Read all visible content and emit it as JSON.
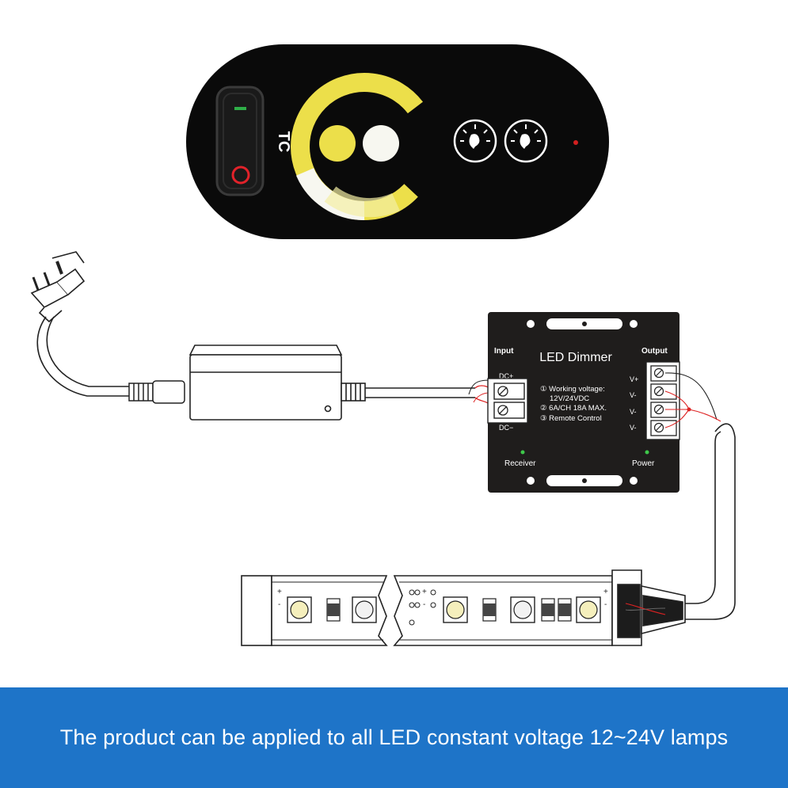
{
  "remote": {
    "brand_label": "TC",
    "colors": {
      "body": "#0a0a0a",
      "warm": "#ecdf4a",
      "cool": "#f7f7f0",
      "power_green": "#2fae48",
      "power_red": "#e2222a",
      "indicator": "#d21f1f"
    },
    "icons": [
      "power-switch-icon",
      "warm-white-dot-icon",
      "cool-white-dot-icon",
      "brightness-down-icon",
      "brightness-up-icon"
    ]
  },
  "dimmer": {
    "title": "LED Dimmer",
    "input_label": "Input",
    "output_label": "Output",
    "dc_plus": "DC+",
    "dc_minus": "DC−",
    "spec_1": "① Working voltage:",
    "spec_1b": "12V/24VDC",
    "spec_2": "② 6A/CH 18A MAX.",
    "spec_3": "③ Remote Control",
    "v_plus": "V+",
    "v_minus_1": "V-",
    "v_minus_2": "V-",
    "v_minus_3": "V-",
    "receiver": "Receiver",
    "power": "Power",
    "colors": {
      "body": "#1f1d1c",
      "led": "#3ec84a"
    }
  },
  "strip": {
    "plus_1": "+",
    "minus_1": "-",
    "plus_2": "+",
    "minus_2": "-",
    "plus_3": "+",
    "minus_3": "-"
  },
  "banner": {
    "text": "The product can be applied to all LED constant voltage 12~24V lamps",
    "color": "#1e74c8"
  }
}
